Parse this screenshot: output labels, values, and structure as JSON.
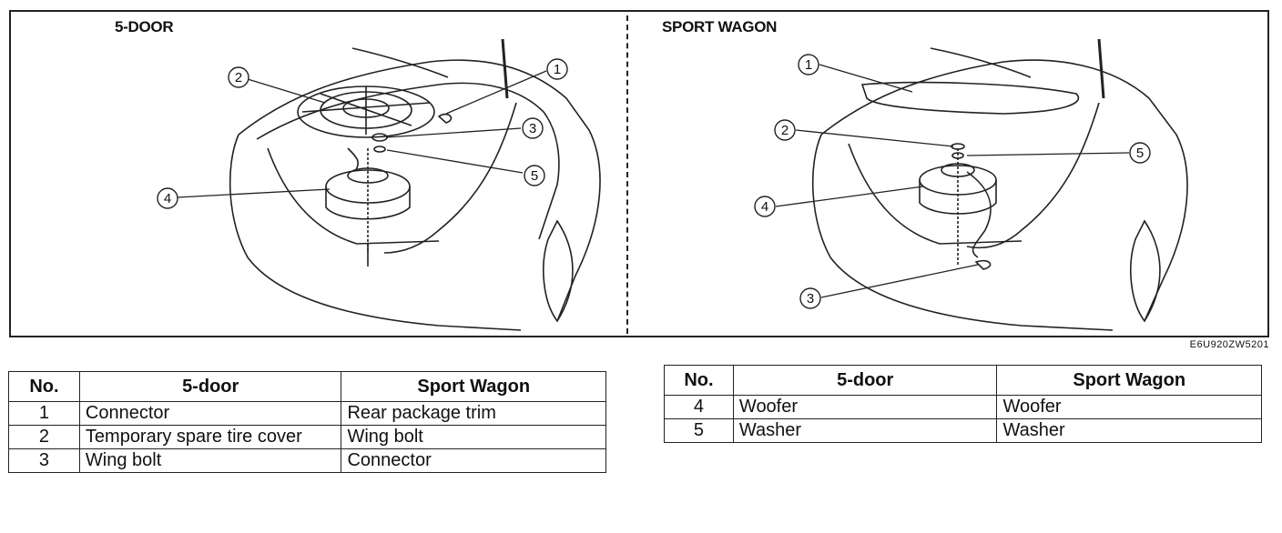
{
  "figure": {
    "left_title": "5-DOOR",
    "right_title": "SPORT WAGON",
    "code": "E6U920ZW5201",
    "left_callouts": [
      "1",
      "2",
      "3",
      "4",
      "5"
    ],
    "right_callouts": [
      "1",
      "2",
      "3",
      "4",
      "5"
    ]
  },
  "tables": {
    "left": {
      "headers": [
        "No.",
        "5-door",
        "Sport Wagon"
      ],
      "rows": [
        {
          "no": "1",
          "five_door": "Connector",
          "sport_wagon": "Rear package trim"
        },
        {
          "no": "2",
          "five_door": "Temporary spare tire cover",
          "sport_wagon": "Wing bolt"
        },
        {
          "no": "3",
          "five_door": "Wing bolt",
          "sport_wagon": "Connector"
        }
      ]
    },
    "right": {
      "headers": [
        "No.",
        "5-door",
        "Sport Wagon"
      ],
      "rows": [
        {
          "no": "4",
          "five_door": "Woofer",
          "sport_wagon": "Woofer"
        },
        {
          "no": "5",
          "five_door": "Washer",
          "sport_wagon": "Washer"
        }
      ]
    }
  }
}
